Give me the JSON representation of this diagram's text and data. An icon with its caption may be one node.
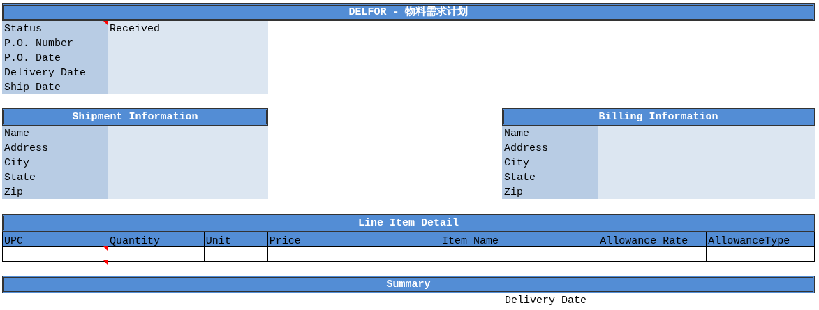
{
  "diagram": {
    "nodes": [
      {
        "text": [
          "DELFOR - 物料需求计划"
        ]
      },
      {
        "text": [
          "Status",
          "Received",
          "P.O. Number",
          "P.O. Date",
          "Delivery Date",
          "Ship Date"
        ]
      },
      {
        "text": [
          "Shipment Information",
          "Name",
          "Address",
          "City",
          "State",
          "Zip"
        ]
      },
      {
        "text": [
          "Billing Information",
          "Name",
          "Address",
          "City",
          "State",
          "Zip"
        ]
      },
      {
        "text": [
          "Line Item Detail",
          "UPC",
          "Quantity",
          "Unit",
          "Price",
          "Item Name",
          "Allowance Rate",
          "AllowanceType"
        ]
      },
      {
        "text": [
          "Summary"
        ],
        "beside": [
          "Delivery Date"
        ]
      }
    ]
  }
}
